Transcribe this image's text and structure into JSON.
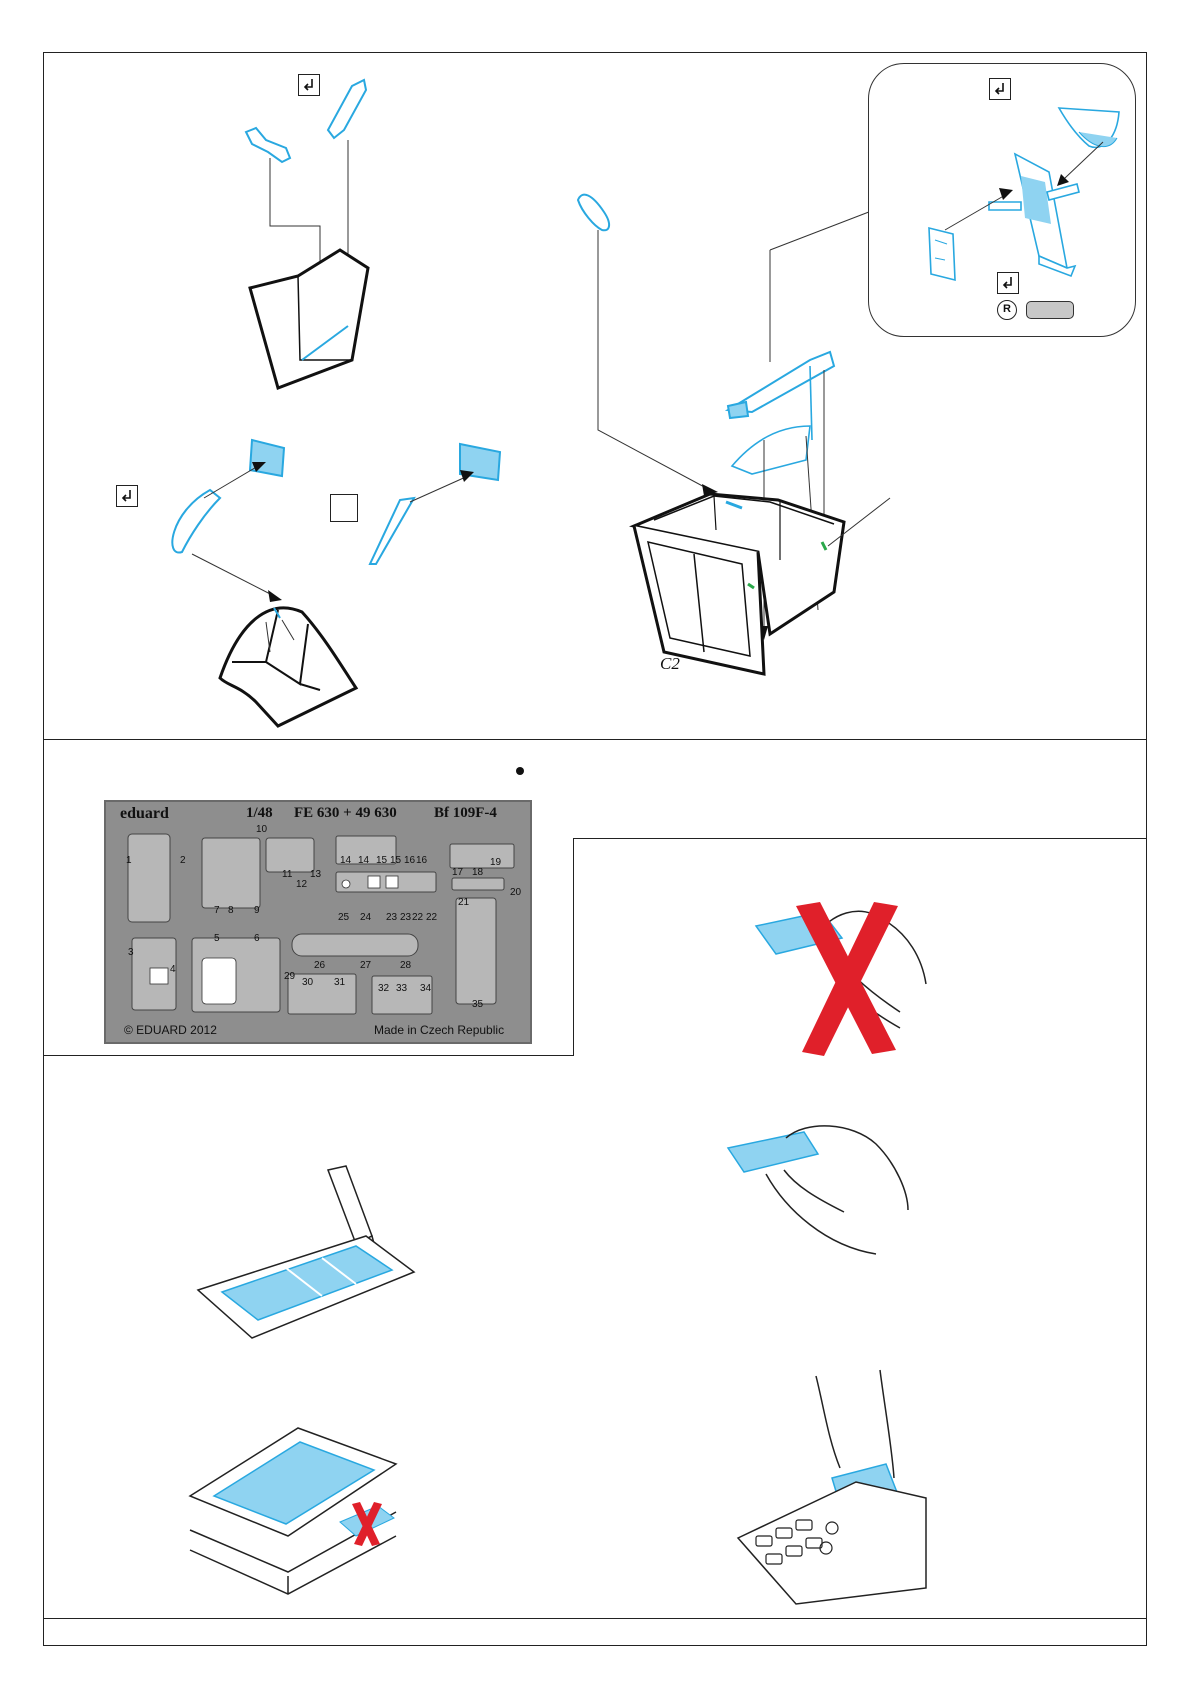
{
  "fret": {
    "brand": "eduard",
    "scale": "1/48",
    "code": "FE 630 + 49 630",
    "subject": "Bf 109F-4",
    "copyright": "© EDUARD 2012",
    "origin": "Made in Czech Republic",
    "part_numbers": [
      "1",
      "2",
      "3",
      "4",
      "5",
      "6",
      "7",
      "8",
      "9",
      "10",
      "11",
      "12",
      "13",
      "14",
      "14",
      "15",
      "15",
      "16",
      "16",
      "17",
      "18",
      "19",
      "20",
      "21",
      "22",
      "22",
      "23",
      "23",
      "24",
      "25",
      "26",
      "27",
      "28",
      "29",
      "30",
      "31",
      "32",
      "33",
      "34",
      "35"
    ]
  },
  "part_label_c2": "C2",
  "r_mark": "R",
  "colors": {
    "pe_blue": "#29a8e0",
    "pe_fill": "#8fd3f1",
    "fret_grey": "#8e8e8e",
    "cross_red": "#e0202a",
    "line": "#222222"
  },
  "icons": [
    "bend-icon",
    "hand-icon",
    "scalpel-icon",
    "x-mark-icon"
  ]
}
